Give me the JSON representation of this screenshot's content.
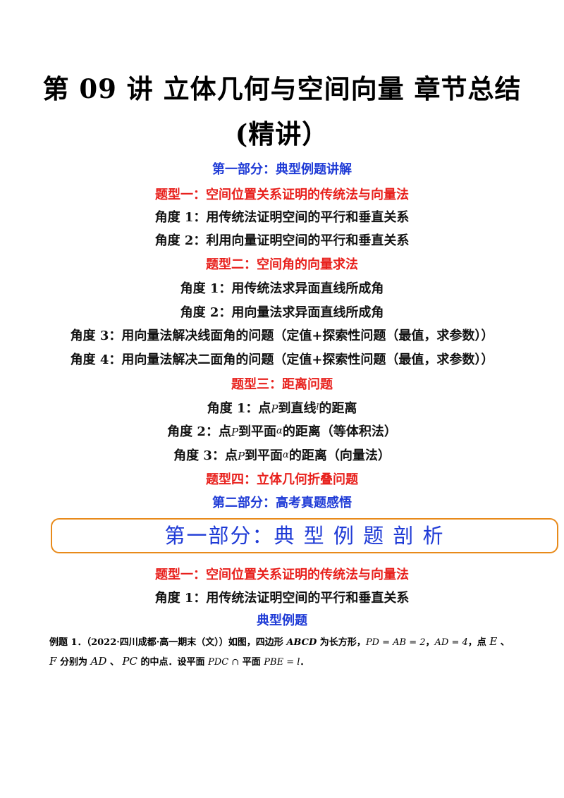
{
  "title_line1": "第 09 讲    立体几何与空间向量  章节总结",
  "title_line2": "(精讲）",
  "toc": {
    "part1": "第一部分：典型例题讲解",
    "type1": "题型一：空间位置关系证明的传统法与向量法",
    "type1_angle1": "角度 1：用传统法证明空间的平行和垂直关系",
    "type1_angle2": "角度 2：利用向量证明空间的平行和垂直关系",
    "type2": "题型二：空间角的向量求法",
    "type2_angle1": "角度 1：用传统法求异面直线所成角",
    "type2_angle2": "角度 2：用向量法求异面直线所成角",
    "type2_angle3": "角度 3：用向量法解决线面角的问题（定值+探索性问题（最值，求参数））",
    "type2_angle4": "角度 4：用向量法解决二面角的问题（定值+探索性问题（最值，求参数））",
    "type3": "题型三：距离问题",
    "type3_angle1_a": "角度 1：点",
    "type3_angle1_p": "P",
    "type3_angle1_b": "到直线",
    "type3_angle1_l": "l",
    "type3_angle1_c": "的距离",
    "type3_angle2_a": "角度 2：点",
    "type3_angle2_p": "P",
    "type3_angle2_b": "到平面",
    "type3_angle2_alpha": "α",
    "type3_angle2_c": "的距离（等体积法）",
    "type3_angle3_a": "角度 3：点",
    "type3_angle3_p": "P",
    "type3_angle3_b": "到平面",
    "type3_angle3_alpha": "α",
    "type3_angle3_c": "的距离（向量法）",
    "type4": "题型四：立体几何折叠问题",
    "part2": "第二部分：高考真题感悟"
  },
  "banner": "第一部分：典 型 例 题 剖 析",
  "section": {
    "type1": "题型一：空间位置关系证明的传统法与向量法",
    "angle1": "角度 1：用传统法证明空间的平行和垂直关系",
    "examples_heading": "典型例题"
  },
  "example1": {
    "l1_a": "例题 1．（2022·四川成都·高一期末（文））如图，四边形 ",
    "l1_abcd": "ABCD",
    "l1_b": " 为长方形，",
    "l1_m1": "PD = AB = 2",
    "l1_c": "，",
    "l1_m2": "AD = 4",
    "l1_d": "，点 ",
    "l1_e": "E",
    "l1_f": " 、",
    "l2_f": "F",
    "l2_a": " 分别为 ",
    "l2_ad": "AD",
    "l2_b": " 、 ",
    "l2_pc": "PC",
    "l2_c": " 的中点．设平面 ",
    "l2_m1": "PDC ∩",
    "l2_d": " 平面 ",
    "l2_m2": "PBE = l",
    "l2_e": "．"
  }
}
